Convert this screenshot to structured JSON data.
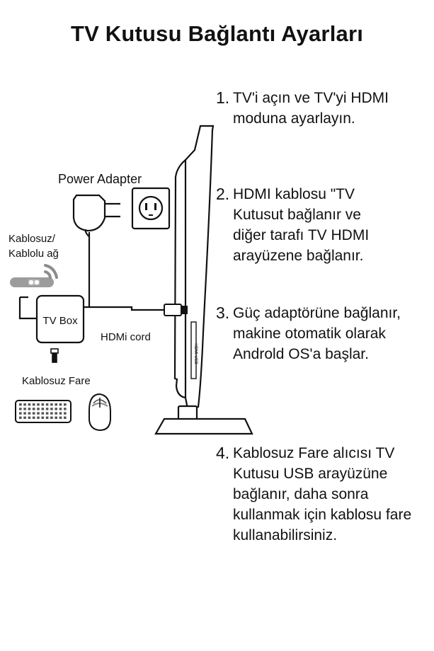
{
  "title": "TV Kutusu Bağlantı Ayarları",
  "labels": {
    "power_adapter": "Power Adapter",
    "network_line1": "Kablosuz/",
    "network_line2": "Kablolu ağ",
    "tv_box": "TV Box",
    "hdmi_cord": "HDMi cord",
    "wireless_mouse": "Kablosuz Fare",
    "tv_side_text": "HDMI USB"
  },
  "steps": [
    {
      "number": "1.",
      "text": "TV'i açın ve TV'yi HDMI moduna ayarlayın."
    },
    {
      "number": "2.",
      "text": "HDMI kablosu \"TV Kutusut bağlanır ve diğer tarafı TV HDMI arayüzene bağlanır."
    },
    {
      "number": "3.",
      "text": "Güç adaptörüne bağlanır, makine otomatik olarak Androld OS'a başlar."
    },
    {
      "number": "4.",
      "text": "Kablosuz Fare alıcısı TV Kutusu USB arayüzüne bağlanır, daha sonra kullanmak için kablosu fare kullanabilirsiniz."
    }
  ],
  "icons": [
    "power-adapter-icon",
    "wall-socket-icon",
    "router-icon",
    "tv-box-icon",
    "usb-receiver-icon",
    "keyboard-icon",
    "mouse-icon",
    "hdmi-plug-icon",
    "tv-side-icon"
  ]
}
